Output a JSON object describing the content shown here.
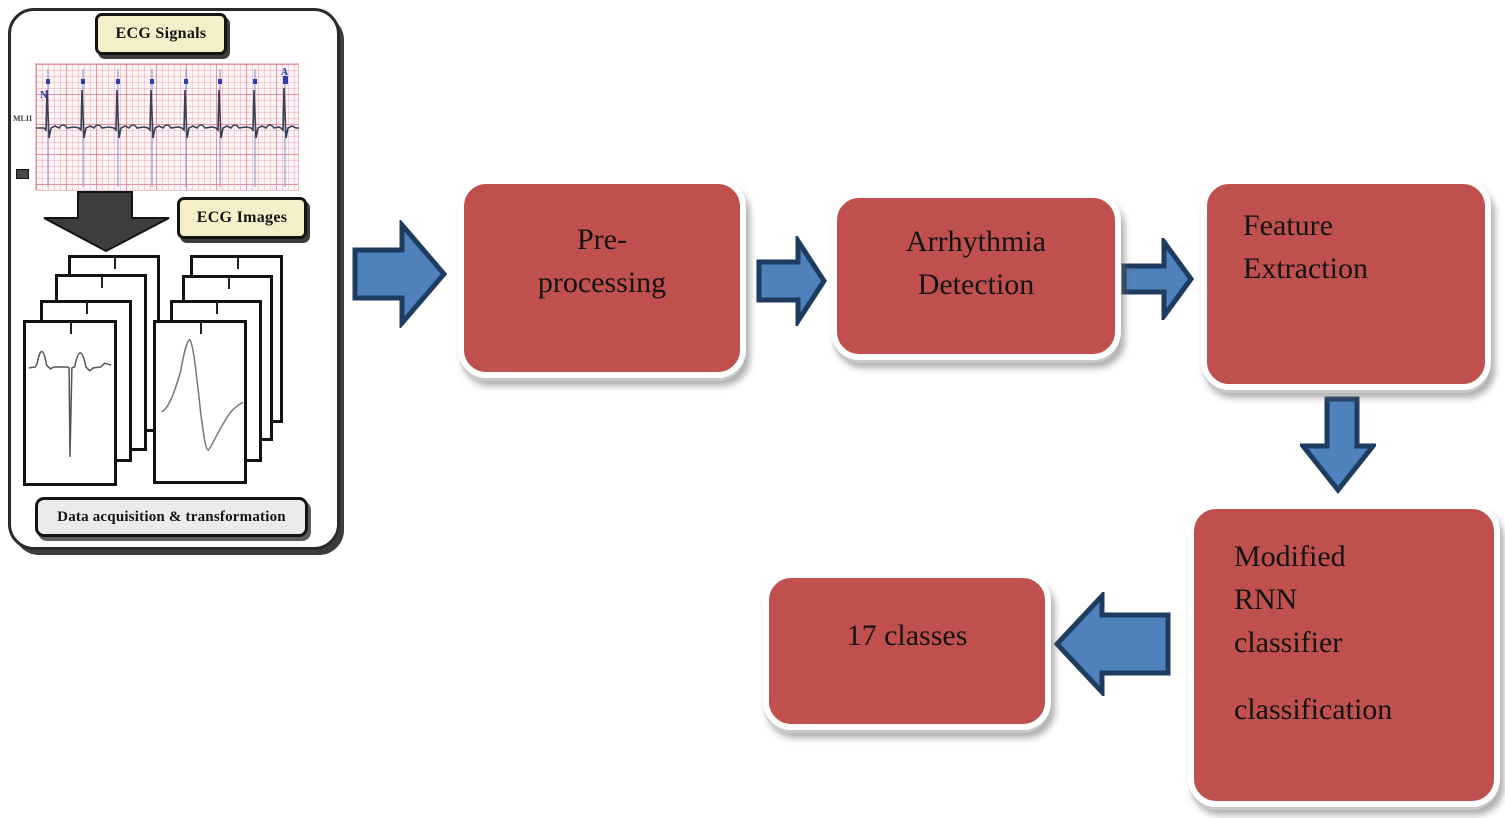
{
  "diagram": {
    "panel": {
      "ecg_signals_label": "ECG Signals",
      "ecg_images_label": "ECG Images",
      "data_acquisition_label": "Data acquisition & transformation",
      "strip": {
        "lead_label": "MLII",
        "beat_annotation_first": "N",
        "beat_annotation_last": "A"
      }
    },
    "boxes": {
      "preprocessing": {
        "line1": "Pre-",
        "line2": "processing"
      },
      "arrhythmia_detection": {
        "line1": "Arrhythmia",
        "line2": "Detection"
      },
      "feature_extraction": {
        "line1": "Feature",
        "line2": "Extraction"
      },
      "rnn_classifier": {
        "line1": "Modified",
        "line2": "RNN",
        "line3": "classifier",
        "line4": "classification"
      },
      "output_classes": {
        "label": "17 classes"
      }
    },
    "colors": {
      "process_box_fill": "#c0504d",
      "arrow_fill": "#4f81bd",
      "arrow_border": "#1e3c60",
      "label_cream_fill": "#f5efc9",
      "label_gray_fill": "#ebebeb",
      "panel_border": "#2a2a2a"
    }
  }
}
